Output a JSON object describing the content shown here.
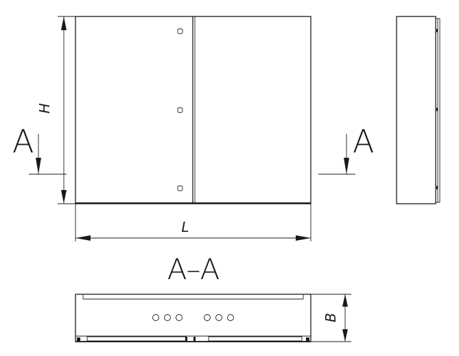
{
  "labels": {
    "section_left": "A",
    "section_right": "A",
    "height_dim": "H",
    "length_dim": "L",
    "section_title": "A–A",
    "depth_dim": "B"
  },
  "colors": {
    "line": "#1a1a1a",
    "background": "#ffffff"
  }
}
